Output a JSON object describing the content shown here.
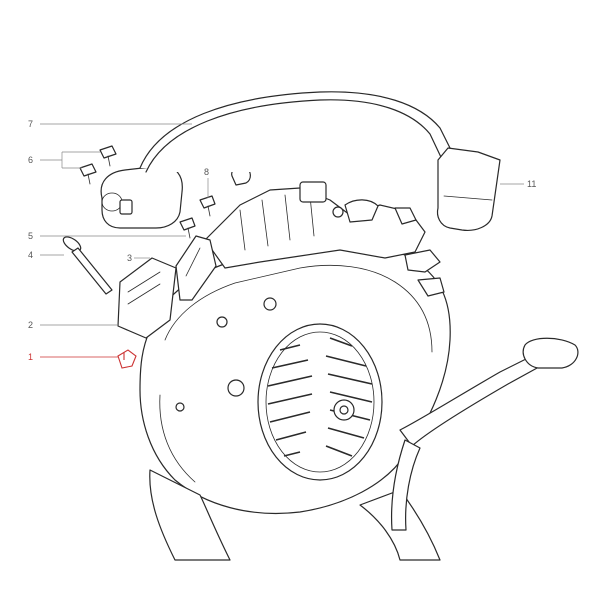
{
  "callouts": [
    {
      "id": "1",
      "label": "1",
      "highlighted": true
    },
    {
      "id": "2",
      "label": "2",
      "highlighted": false
    },
    {
      "id": "3",
      "label": "3",
      "highlighted": false
    },
    {
      "id": "4",
      "label": "4",
      "highlighted": false
    },
    {
      "id": "5",
      "label": "5",
      "highlighted": false
    },
    {
      "id": "6",
      "label": "6",
      "highlighted": false
    },
    {
      "id": "7",
      "label": "7",
      "highlighted": false
    },
    {
      "id": "8",
      "label": "8",
      "highlighted": false
    },
    {
      "id": "11",
      "label": "11",
      "highlighted": false
    }
  ],
  "colors": {
    "line": "#2a2a2a",
    "leader": "#888888",
    "highlight": "#cc3333",
    "background": "#ffffff"
  }
}
